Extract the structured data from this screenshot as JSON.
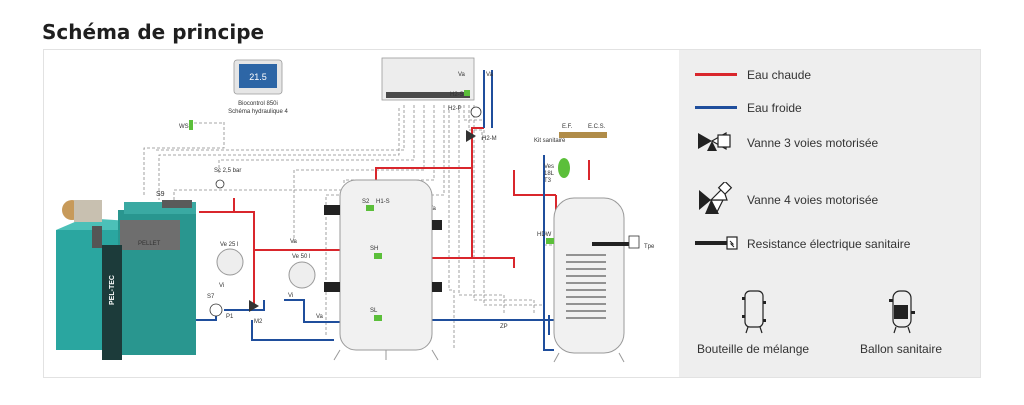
{
  "title": "Schéma de principe",
  "colors": {
    "hot_water": "#d9262c",
    "cold_water": "#1f4e9c",
    "boiler_body": "#2aa6a0",
    "legend_bg": "#eeeeee",
    "control_line": "#7a7a7a"
  },
  "legend": {
    "items": [
      {
        "icon": "hot-water-line",
        "label": "Eau chaude"
      },
      {
        "icon": "cold-water-line",
        "label": "Eau froide"
      },
      {
        "icon": "three-way-valve-icon",
        "label": "Vanne 3 voies motorisée"
      },
      {
        "icon": "four-way-valve-icon",
        "label": "Vanne 4 voies motorisée"
      },
      {
        "icon": "heating-element-icon",
        "label": "Resistance électrique sanitaire"
      }
    ],
    "tanks": [
      {
        "icon": "mixing-bottle-icon",
        "label": "Bouteille de mélange"
      },
      {
        "icon": "hot-water-tank-icon",
        "label": "Ballon sanitaire"
      }
    ]
  },
  "diagram": {
    "controller_display": "21.5",
    "controller_label": "Biocontrol 850i",
    "controller_sublabel": "Schéma hydraulique 4",
    "ws": "WS",
    "sc": "Sc 2,5 bar",
    "s9": "S9",
    "ve25": "Ve 25 l",
    "ve50": "Ve 50 l",
    "vi1": "Vi",
    "vi2": "Vi",
    "s7": "S7",
    "p1": "P1",
    "m2": "M2",
    "va1": "Va",
    "va2": "Va",
    "va3": "Va",
    "va4": "Va",
    "va5": "Va",
    "s2": "S2",
    "h1s": "H1-S",
    "sh": "SH",
    "sl": "SL",
    "h2s": "H2-S",
    "h2p": "H2-P",
    "h2m": "H2-M",
    "kit": "Kit sanitaire",
    "ef": "E.F.",
    "ecs": "E.C.S.",
    "ves": "Ves",
    "ves_vol": "18L",
    "ves_t": "T3",
    "hdw": "HDW",
    "zp": "ZP",
    "tpe": "Tpe",
    "brand": "PEL-TEC",
    "boiler_logo": "PELLET"
  }
}
